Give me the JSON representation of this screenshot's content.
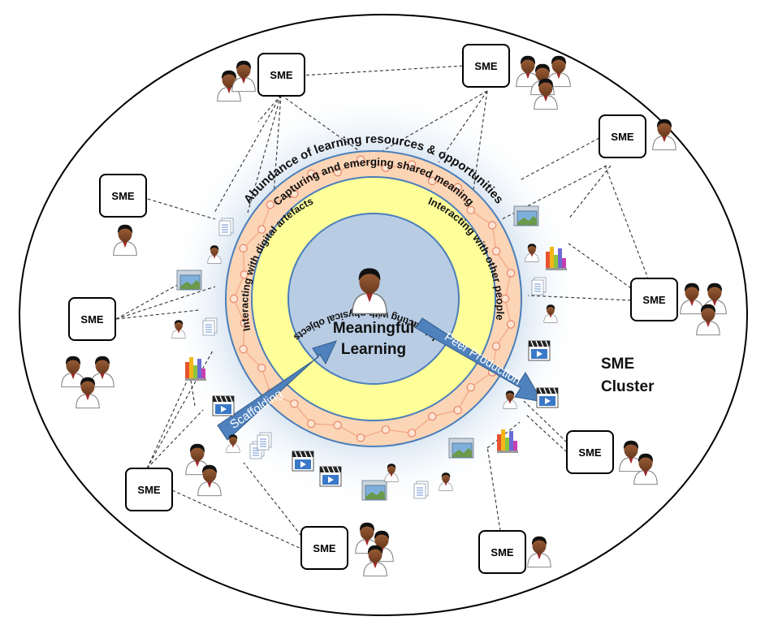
{
  "diagram": {
    "center": {
      "line1": "Meaningful",
      "line2": "Learning"
    },
    "rings": {
      "outer": "Abundance of learning resources & opportunities",
      "shared": "Capturing and emerging shared meaning",
      "digital": "Interacting with digital artefacts",
      "people": "Interacting with other people",
      "physical": "Interacting with physical objects"
    },
    "arrows": {
      "scaffolding": "Scaffolding",
      "peer": "Peer Production"
    },
    "cluster": {
      "line1": "SME",
      "line2": "Cluster"
    },
    "sme_label": "SME",
    "colors": {
      "center_fill": "#b8cce4",
      "yellow_ring": "#ffff99",
      "peach_ring": "#fbd5b5",
      "halo": "#dbe7f3",
      "arrow_fill": "#4f81bd",
      "ring_stroke": "#4a7ebb",
      "node_stroke": "#f4a582"
    },
    "icons": [
      "person-icon",
      "document-icon",
      "image-folder-icon",
      "bar-chart-icon",
      "video-clip-icon"
    ]
  }
}
